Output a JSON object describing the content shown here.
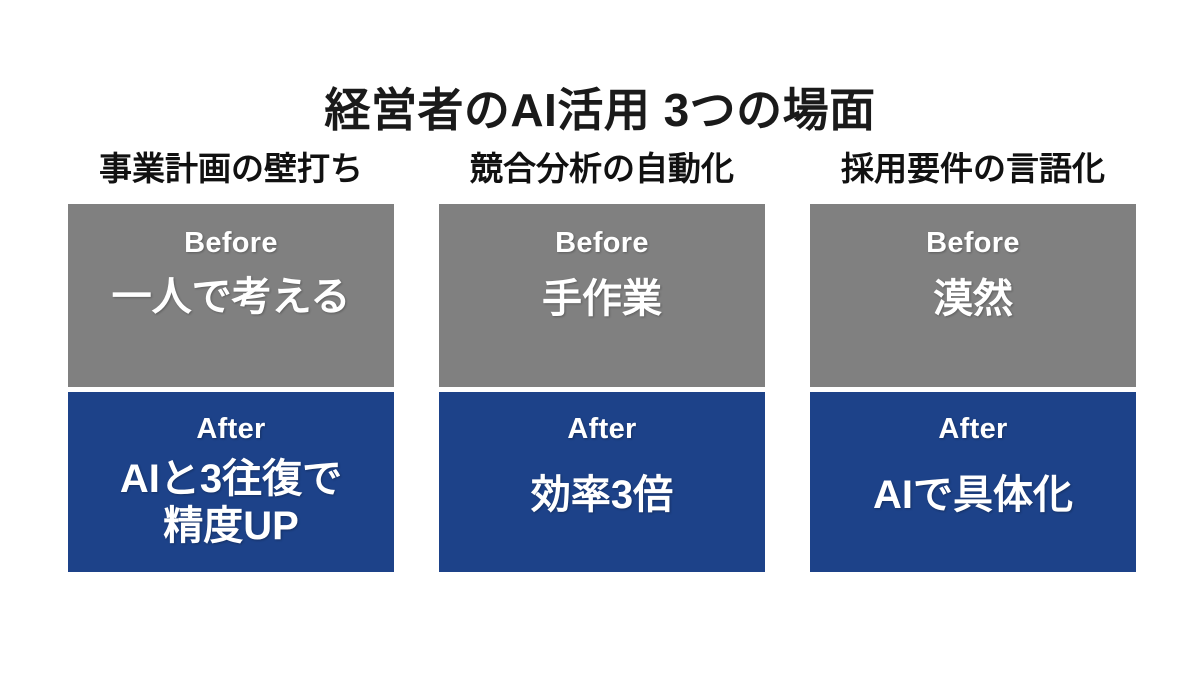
{
  "slide": {
    "title": "経営者のAI活用 3つの場面",
    "background_color": "#ffffff",
    "title_color": "#1a1a1a",
    "before_color": "#808080",
    "after_color": "#1d4289",
    "panel_text_color": "#ffffff"
  },
  "labels": {
    "before": "Before",
    "after": "After"
  },
  "columns": [
    {
      "heading": "事業計画の壁打ち",
      "before": {
        "label": "Before",
        "value": "一人で考える"
      },
      "after": {
        "label": "After",
        "value": "AIと3往復で\n精度UP"
      }
    },
    {
      "heading": "競合分析の自動化",
      "before": {
        "label": "Before",
        "value": "手作業"
      },
      "after": {
        "label": "After",
        "value": "効率3倍"
      }
    },
    {
      "heading": "採用要件の言語化",
      "before": {
        "label": "Before",
        "value": "漠然"
      },
      "after": {
        "label": "After",
        "value": "AIで具体化"
      }
    }
  ]
}
